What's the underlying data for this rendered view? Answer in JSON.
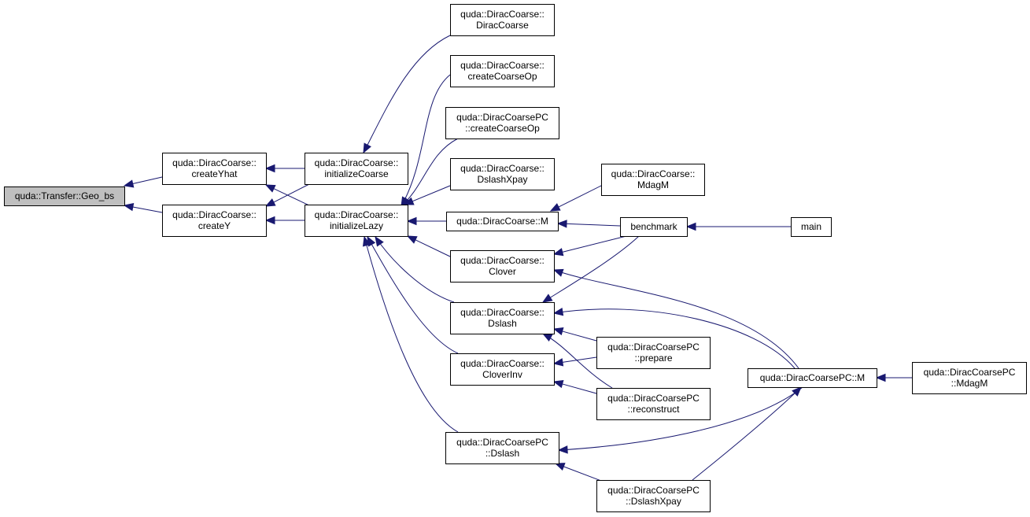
{
  "colors": {
    "edge": "#191970",
    "highlight_fill": "#bfbfbf",
    "node_border": "#000000"
  },
  "nodes": {
    "geo_bs": {
      "lines": [
        "quda::Transfer::Geo_bs"
      ],
      "highlight": true
    },
    "createYhat": {
      "lines": [
        "quda::DiracCoarse::",
        "createYhat"
      ]
    },
    "createY": {
      "lines": [
        "quda::DiracCoarse::",
        "createY"
      ]
    },
    "initializeCoarse": {
      "lines": [
        "quda::DiracCoarse::",
        "initializeCoarse"
      ]
    },
    "initializeLazy": {
      "lines": [
        "quda::DiracCoarse::",
        "initializeLazy"
      ]
    },
    "dc_ctor": {
      "lines": [
        "quda::DiracCoarse::",
        "DiracCoarse"
      ]
    },
    "dc_createCoarseOp": {
      "lines": [
        "quda::DiracCoarse::",
        "createCoarseOp"
      ]
    },
    "dcpc_createCoarseOp": {
      "lines": [
        "quda::DiracCoarsePC",
        "::createCoarseOp"
      ]
    },
    "dc_DslashXpay": {
      "lines": [
        "quda::DiracCoarse::",
        "DslashXpay"
      ]
    },
    "dc_M": {
      "lines": [
        "quda::DiracCoarse::M"
      ]
    },
    "dc_Clover": {
      "lines": [
        "quda::DiracCoarse::",
        "Clover"
      ]
    },
    "dc_Dslash": {
      "lines": [
        "quda::DiracCoarse::",
        "Dslash"
      ]
    },
    "dc_CloverInv": {
      "lines": [
        "quda::DiracCoarse::",
        "CloverInv"
      ]
    },
    "dcpc_Dslash": {
      "lines": [
        "quda::DiracCoarsePC",
        "::Dslash"
      ]
    },
    "dc_MdagM": {
      "lines": [
        "quda::DiracCoarse::",
        "MdagM"
      ]
    },
    "benchmark": {
      "lines": [
        "benchmark"
      ]
    },
    "main": {
      "lines": [
        "main"
      ]
    },
    "dcpc_prepare": {
      "lines": [
        "quda::DiracCoarsePC",
        "::prepare"
      ]
    },
    "dcpc_reconstruct": {
      "lines": [
        "quda::DiracCoarsePC",
        "::reconstruct"
      ]
    },
    "dcpc_M": {
      "lines": [
        "quda::DiracCoarsePC::M"
      ]
    },
    "dcpc_DslashXpay": {
      "lines": [
        "quda::DiracCoarsePC",
        "::DslashXpay"
      ]
    },
    "dcpc_MdagM": {
      "lines": [
        "quda::DiracCoarsePC",
        "::MdagM"
      ]
    }
  },
  "edges": [
    {
      "from": "createYhat",
      "to": "geo_bs"
    },
    {
      "from": "createY",
      "to": "geo_bs"
    },
    {
      "from": "initializeCoarse",
      "to": "createYhat"
    },
    {
      "from": "initializeCoarse",
      "to": "createY"
    },
    {
      "from": "initializeLazy",
      "to": "createYhat"
    },
    {
      "from": "initializeLazy",
      "to": "createY"
    },
    {
      "from": "dc_ctor",
      "to": "initializeCoarse"
    },
    {
      "from": "dc_createCoarseOp",
      "to": "initializeLazy"
    },
    {
      "from": "dcpc_createCoarseOp",
      "to": "initializeLazy"
    },
    {
      "from": "dc_DslashXpay",
      "to": "initializeLazy"
    },
    {
      "from": "dc_M",
      "to": "initializeLazy"
    },
    {
      "from": "dc_Clover",
      "to": "initializeLazy"
    },
    {
      "from": "dc_Dslash",
      "to": "initializeLazy"
    },
    {
      "from": "dc_CloverInv",
      "to": "initializeLazy"
    },
    {
      "from": "dcpc_Dslash",
      "to": "initializeLazy"
    },
    {
      "from": "dc_MdagM",
      "to": "dc_M"
    },
    {
      "from": "benchmark",
      "to": "dc_M"
    },
    {
      "from": "benchmark",
      "to": "dc_Clover"
    },
    {
      "from": "benchmark",
      "to": "dc_Dslash"
    },
    {
      "from": "main",
      "to": "benchmark"
    },
    {
      "from": "dcpc_M",
      "to": "dc_Clover"
    },
    {
      "from": "dcpc_M",
      "to": "dc_Dslash"
    },
    {
      "from": "dcpc_M",
      "to": "dcpc_Dslash"
    },
    {
      "from": "dcpc_prepare",
      "to": "dc_Dslash"
    },
    {
      "from": "dcpc_prepare",
      "to": "dc_CloverInv"
    },
    {
      "from": "dcpc_reconstruct",
      "to": "dc_Dslash"
    },
    {
      "from": "dcpc_reconstruct",
      "to": "dc_CloverInv"
    },
    {
      "from": "dcpc_DslashXpay",
      "to": "dcpc_Dslash"
    },
    {
      "from": "dcpc_DslashXpay",
      "to": "dcpc_M"
    },
    {
      "from": "dcpc_MdagM",
      "to": "dcpc_M"
    }
  ]
}
